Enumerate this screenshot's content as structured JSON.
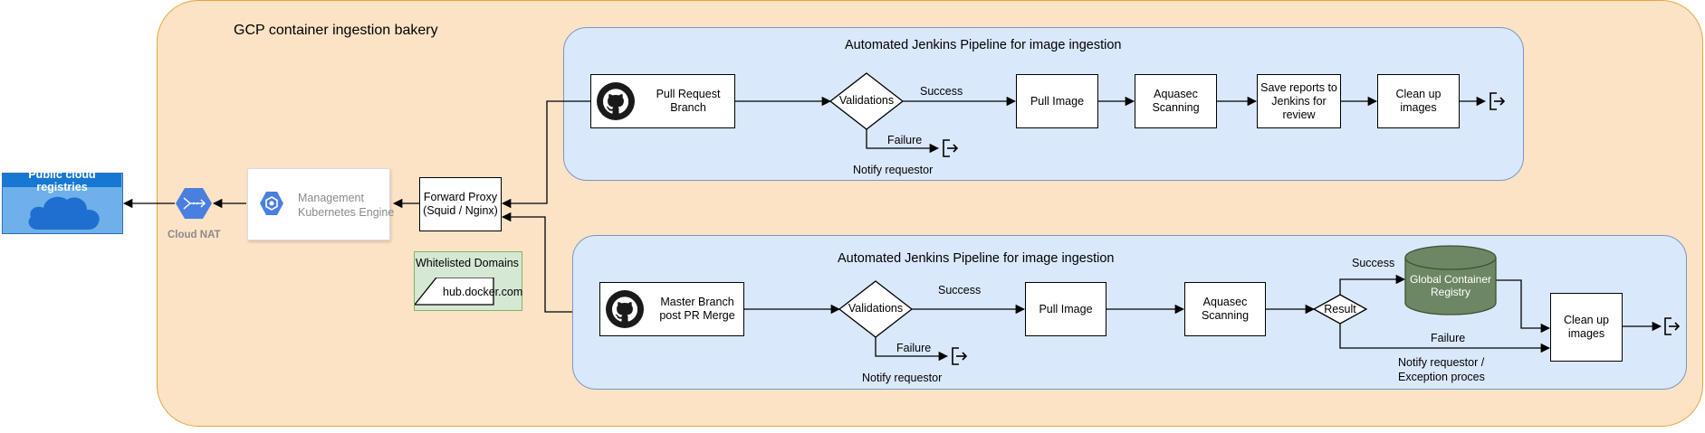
{
  "bakery": {
    "title": "GCP container ingestion bakery"
  },
  "public_registries": {
    "label": "Public cloud registries"
  },
  "cloud_nat": {
    "label": "Cloud NAT"
  },
  "gke": {
    "line1": "Management",
    "line2": "Kubernetes Engine"
  },
  "proxy": {
    "line1": "Forward Proxy",
    "line2": "(Squid / Nginx)"
  },
  "whitelist": {
    "title": "Whitelisted Domains",
    "domain": "hub.docker.com"
  },
  "pipeline_top": {
    "title": "Automated  Jenkins Pipeline for image ingestion",
    "source": {
      "line1": "Pull Request",
      "line2": "Branch"
    },
    "validations": "Validations",
    "success": "Success",
    "failure": "Failure",
    "notify": "Notify requestor",
    "pull_image": "Pull Image",
    "aquasec": {
      "line1": "Aquasec",
      "line2": "Scanning"
    },
    "save_reports": {
      "line1": "Save reports to",
      "line2": "Jenkins for",
      "line3": "review"
    },
    "cleanup": {
      "line1": "Clean up",
      "line2": "images"
    }
  },
  "pipeline_bottom": {
    "title": "Automated  Jenkins Pipeline for image ingestion",
    "source": {
      "line1": "Master Branch",
      "line2": "post PR Merge"
    },
    "validations": "Validations",
    "success": "Success",
    "failure": "Failure",
    "notify": "Notify requestor",
    "pull_image": "Pull Image",
    "aquasec": {
      "line1": "Aquasec",
      "line2": "Scanning"
    },
    "result": "Result",
    "result_success": "Success",
    "result_failure": "Failure",
    "registry": {
      "line1": "Global  Container",
      "line2": "Registry"
    },
    "notify_exception": {
      "line1": "Notify requestor /",
      "line2": "Exception proces"
    },
    "cleanup": {
      "line1": "Clean up",
      "line2": "images"
    }
  },
  "colors": {
    "bakery_fill": "#fde3c6",
    "bakery_stroke": "#e6a339",
    "lane_fill": "#dae8fc",
    "lane_stroke": "#7b96c2",
    "registry_fill": "#6d8764",
    "whitelist_fill": "#d5e8d4",
    "public_header": "#1778d4",
    "public_fill": "#6fb0ea",
    "nat_blue": "#4a7fe0"
  }
}
